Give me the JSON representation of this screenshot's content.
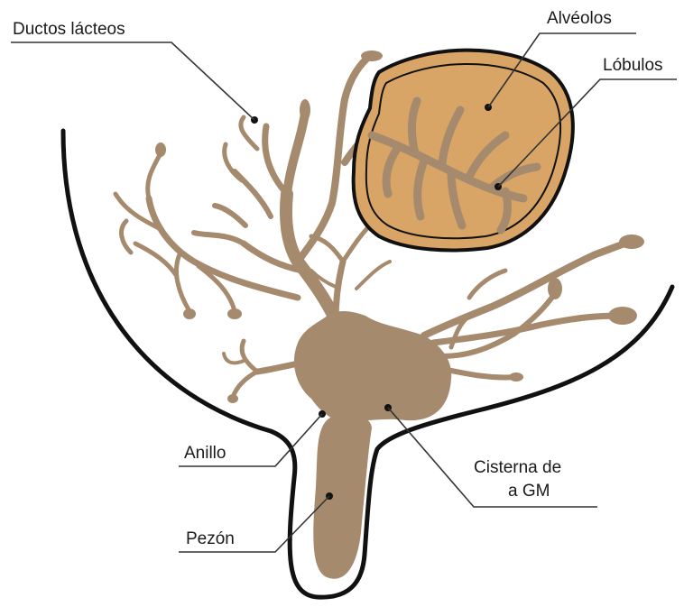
{
  "labels": {
    "ductos": "Ductos lácteos",
    "alveolos": "Alvéolos",
    "lobulos": "Lóbulos",
    "anillo": "Anillo",
    "cisterna_line1": "Cisterna de",
    "cisterna_line2": "a GM",
    "pezon": "Pezón"
  },
  "colors": {
    "tissue": "#a58a6d",
    "lobule_fill": "#d9a566",
    "outline": "#111111",
    "leader": "#333333",
    "background": "#ffffff"
  }
}
